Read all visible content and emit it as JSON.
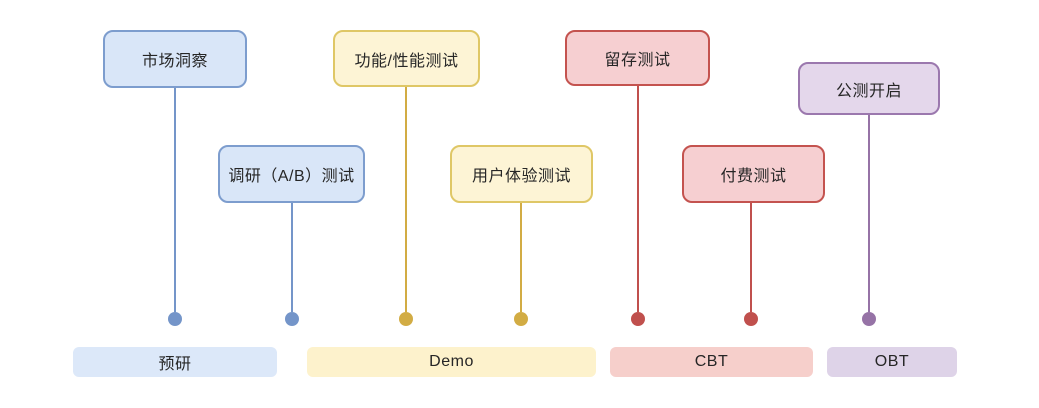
{
  "diagram": {
    "type": "timeline",
    "milestones": [
      {
        "label": "市场洞察",
        "color_name": "blue",
        "fill": "#D9E6F8",
        "border": "#7D9DCE",
        "marker": "#7495C9"
      },
      {
        "label": "调研（A/B）测试",
        "color_name": "blue",
        "fill": "#D9E6F8",
        "border": "#7D9DCE",
        "marker": "#7495C9"
      },
      {
        "label": "功能/性能测试",
        "color_name": "yellow",
        "fill": "#FDF4D5",
        "border": "#DFC766",
        "marker": "#D2AC44"
      },
      {
        "label": "用户体验测试",
        "color_name": "yellow",
        "fill": "#FDF4D5",
        "border": "#DFC766",
        "marker": "#D2AC44"
      },
      {
        "label": "留存测试",
        "color_name": "red",
        "fill": "#F6CFD1",
        "border": "#C4534F",
        "marker": "#C0504D"
      },
      {
        "label": "付费测试",
        "color_name": "red",
        "fill": "#F6CFD1",
        "border": "#C4534F",
        "marker": "#C0504D"
      },
      {
        "label": "公测开启",
        "color_name": "purple",
        "fill": "#E4D7EB",
        "border": "#9B78AE",
        "marker": "#9673A6"
      }
    ],
    "phases": [
      {
        "label": "预研",
        "fill": "#DCE8F9"
      },
      {
        "label": "Demo",
        "fill": "#FDF2CC"
      },
      {
        "label": "CBT",
        "fill": "#F6CFCB"
      },
      {
        "label": "OBT",
        "fill": "#DED3E8"
      }
    ],
    "text_color": "#262626",
    "background": "#FFFFFF"
  }
}
